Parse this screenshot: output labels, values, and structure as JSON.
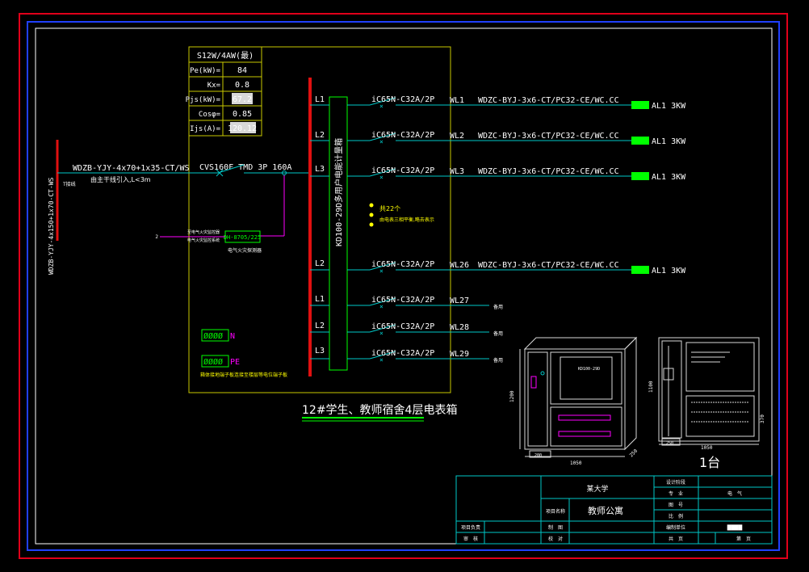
{
  "colors": {
    "background": "#000000",
    "outer_frame": "#e0001a",
    "inner_frame": "#2040ff",
    "panel_border": "#c8c800",
    "wire": "#00c8c8",
    "bus": "#e01010",
    "busbar": "#00ff00",
    "text": "#ffffff",
    "yellow_text": "#ffff00",
    "magenta": "#ff00ff",
    "cabinet": "#d8d8d8"
  },
  "load_table": {
    "title": "S12W/4AW(最)",
    "rows": [
      {
        "label": "Pe(kW)=",
        "value": "84"
      },
      {
        "label": "Kx=",
        "value": "0.8"
      },
      {
        "label": "Pjs(kW)=",
        "value": "67.2"
      },
      {
        "label": "Cosφ=",
        "value": "0.85"
      },
      {
        "label": "Ijs(A)=",
        "value": "120.12"
      }
    ]
  },
  "incoming": {
    "vertical_cable": "WDZB-YJY-4x150+1x70-CT-WS",
    "cable": "WDZB-YJY-4x70+1x35-CT/WS",
    "note": "由主干线引入,L<3m",
    "tag": "T接线",
    "breaker": "CVS160F TMD 3P 160A",
    "spd_label": "DH-8705/225",
    "spd_caption": "电气火灾探测器",
    "spd_left_1": "至电气火灾监控器",
    "spd_left_2": "电气火灾监控系统",
    "spd_mark": "2"
  },
  "meter_box": {
    "label": "KD100-29D多用户电能计量箱"
  },
  "bus_phases": [
    "L1",
    "L2",
    "L3",
    "L2",
    "L1",
    "L2",
    "L3"
  ],
  "circuits": [
    {
      "phase": "L1",
      "breaker": "iC65N-C32A/2P",
      "id": "WL1",
      "cable": "WDZC-BYJ-3x6-CT/PC32-CE/WC.CC",
      "load": "AL1 3KW"
    },
    {
      "phase": "L2",
      "breaker": "iC65N-C32A/2P",
      "id": "WL2",
      "cable": "WDZC-BYJ-3x6-CT/PC32-CE/WC.CC",
      "load": "AL1 3KW"
    },
    {
      "phase": "L3",
      "breaker": "iC65N-C32A/2P",
      "id": "WL3",
      "cable": "WDZC-BYJ-3x6-CT/PC32-CE/WC.CC",
      "load": "AL1 3KW"
    },
    {
      "phase": "L2",
      "breaker": "iC65N-C32A/2P",
      "id": "WL26",
      "cable": "WDZC-BYJ-3x6-CT/PC32-CE/WC.CC",
      "load": "AL1 3KW"
    },
    {
      "phase": "L1",
      "breaker": "iC65N-C32A/2P",
      "id": "WL27",
      "cable": "",
      "load": "备用"
    },
    {
      "phase": "L2",
      "breaker": "iC65N-C32A/2P",
      "id": "WL28",
      "cable": "",
      "load": "备用"
    },
    {
      "phase": "L3",
      "breaker": "iC65N-C32A/2P",
      "id": "WL29",
      "cable": "",
      "load": "备用"
    }
  ],
  "omitted": {
    "count": "共22个",
    "note": "由电表三相平衡,略去表示"
  },
  "terminals": {
    "n_label": "N",
    "pe_label": "PE",
    "note": "箱体接地端子板连接至楼层等电位端子板"
  },
  "drawing_title": "12#学生、教师宿舍4层电表箱",
  "cabinet": {
    "dim_height": "1200",
    "dim_width_left": "1050",
    "dim_depth": "250",
    "dim_small": "200",
    "right_height": "1100",
    "right_width": "1050",
    "right_side": "370",
    "right_small": "250",
    "quantity": "1台",
    "label_top": "KD100-29D"
  },
  "title_block": {
    "school": "某大学",
    "project_name_label": "项目名称",
    "project_name": "教师公寓",
    "design_stage_label": "设计阶段",
    "major_label": "专　业",
    "major_value": "电　气",
    "drawing_no_label": "图　号",
    "scale_label": "比　例",
    "project_lead_label": "项目负责",
    "draw_label": "制　图",
    "design_unit_label": "编制单位",
    "review_label": "审　核",
    "check_label": "校　对",
    "total_pages_label": "共　页",
    "page_label": "第　页",
    "unit_value": "████"
  }
}
